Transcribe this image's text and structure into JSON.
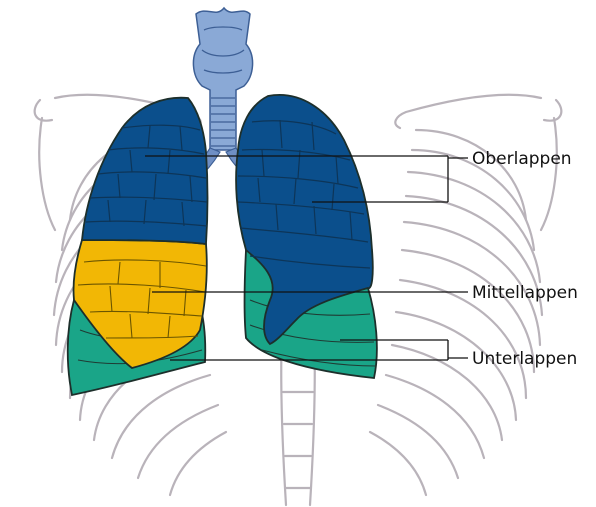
{
  "labels": {
    "upper": "Oberlappen",
    "middle": "Mittellappen",
    "lower": "Unterlappen"
  },
  "colors": {
    "upper_lobe": "#0b4f8c",
    "middle_lobe": "#f2b705",
    "lower_lobe": "#1aa588",
    "trachea": "#8aa9d6",
    "ribs": "#b9b3ba"
  }
}
